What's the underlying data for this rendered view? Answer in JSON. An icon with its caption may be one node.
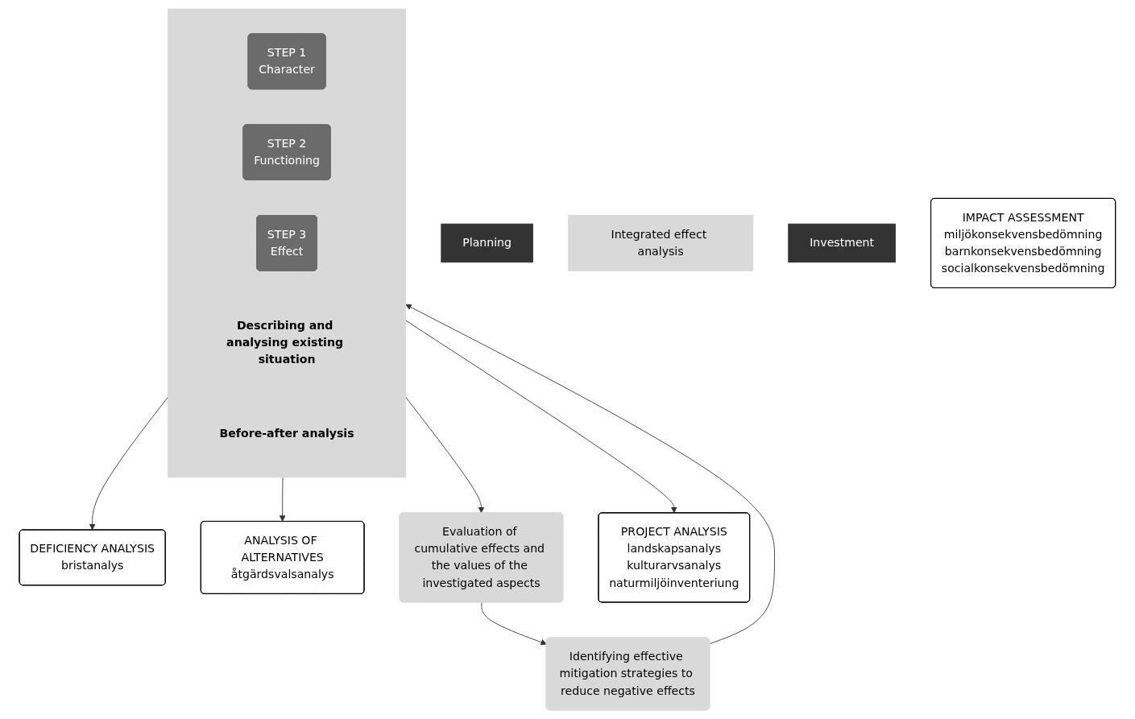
{
  "diagram": {
    "nodes": [
      {
        "text": [
          "Planning"
        ]
      },
      {
        "text": [
          "Integrated effect analysis"
        ]
      },
      {
        "text": [
          "Investment"
        ]
      },
      {
        "text": [
          "DEFICIENCY ANALYSIS",
          "bristanalys"
        ]
      },
      {
        "text": [
          "ANALYSIS OF ALTERNATIVES",
          "åtgärdsvalsanalys"
        ]
      },
      {
        "text": [],
        "shape": "box"
      },
      {
        "text": [
          "STEP 1",
          "Character"
        ],
        "in": 5
      },
      {
        "text": [
          "STEP 2",
          "Functioning"
        ],
        "in": 5
      },
      {
        "text": [
          "STEP 3",
          "Effect"
        ],
        "in": 5
      },
      {
        "text": [
          "Describing and analysing existing situation"
        ],
        "in": 5
      },
      {
        "text": [
          "Before-after analysis"
        ],
        "in": 5
      },
      {
        "text": [
          "Evaluation of cumulative effects and the values of the investigated aspects"
        ]
      },
      {
        "text": [
          "Identifying effective mitigation strategies to reduce negative effects"
        ]
      },
      {
        "text": [
          "PROJECT ANALYSIS",
          "landskapsanalys",
          "kulturarvsanalys",
          "naturmiljöinventeriung"
        ]
      },
      {
        "text": [
          "IMPACT ASSESSMENT",
          "miljökonsekvensbedömning",
          "barnkonsekvensbedömning",
          "socialkonsekvensbedömning"
        ]
      }
    ],
    "edges": [
      {
        "from": 5,
        "to": 3,
        "arrow": "to"
      },
      {
        "from": 5,
        "to": 4,
        "arrow": "to"
      },
      {
        "from": 5,
        "to": 13,
        "arrow": "to"
      },
      {
        "from": 5,
        "to": 11,
        "arrow": "to"
      },
      {
        "from": 11,
        "to": 12,
        "arrow": "to"
      },
      {
        "from": 12,
        "to": 5,
        "arrow": "to"
      }
    ]
  }
}
